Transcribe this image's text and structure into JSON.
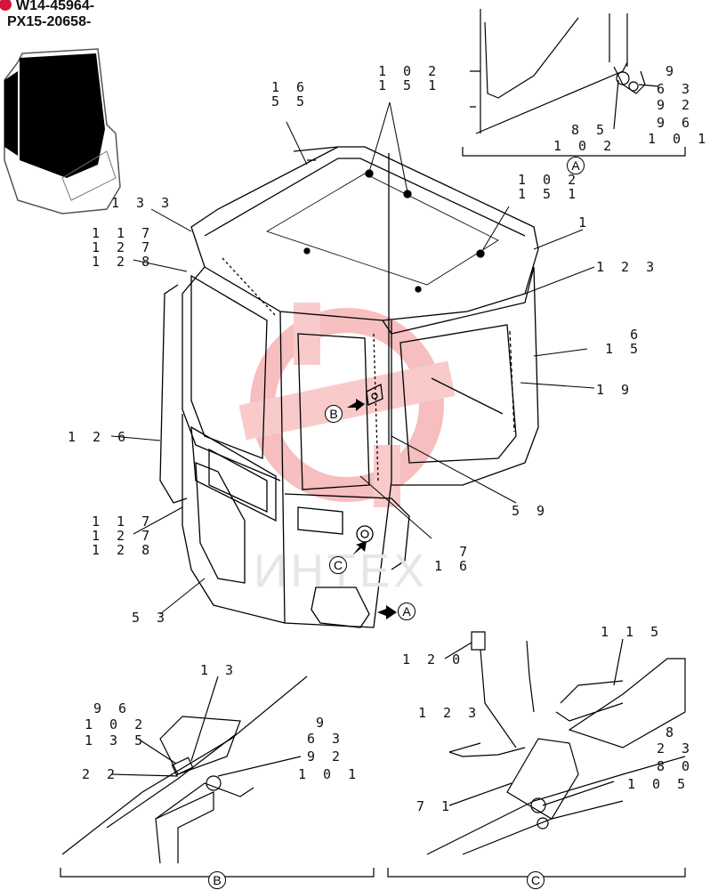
{
  "serials": [
    "W14-45964-",
    "PX15-20658-"
  ],
  "watermark_text": "ИНТЕХ",
  "views": {
    "A": "A",
    "B": "B",
    "C": "C"
  },
  "colors": {
    "line": "#000000",
    "watermark": "#f08a8a",
    "serial_dot": "#d4143c"
  },
  "labels": {
    "l16_55": "1 6\n5 5",
    "l102_151_top": "1 0 2\n1 5 1",
    "l133": "1 3 3",
    "l117_127_128_top": "1 1 7\n1 2 7\n1 2 8",
    "l126": "1 2 6",
    "l117_127_128_bot": "1 1 7\n1 2 7\n1 2 8",
    "l53": "5 3",
    "l102_151_mid": "1 0 2\n1 5 1",
    "l1": "1",
    "l123_main": "1 2 3",
    "l6_15": "6\n1 5",
    "l19": "1 9",
    "l59": "5 9",
    "l7_16": "7\n1 6",
    "lA_9": "9",
    "lA_63": "6 3",
    "lA_92": "9 2",
    "lA_96": "9 6",
    "lA_101": "1 0 1",
    "lA_85": "8 5",
    "lA_102": "1 0 2",
    "lB_13": "1 3",
    "lB_96": "9 6",
    "lB_102": "1 0 2",
    "lB_135": "1 3 5",
    "lB_22": "2 2",
    "lB_9": "9",
    "lB_63": "6 3",
    "lB_92": "9 2",
    "lB_101": "1 0 1",
    "lC_115": "1 1 5",
    "lC_120": "1 2 0",
    "lC_123": "1 2 3",
    "lC_8": "8",
    "lC_23": "2 3",
    "lC_80": "8 0",
    "lC_105": "1 0 5",
    "lC_71": "7 1"
  }
}
